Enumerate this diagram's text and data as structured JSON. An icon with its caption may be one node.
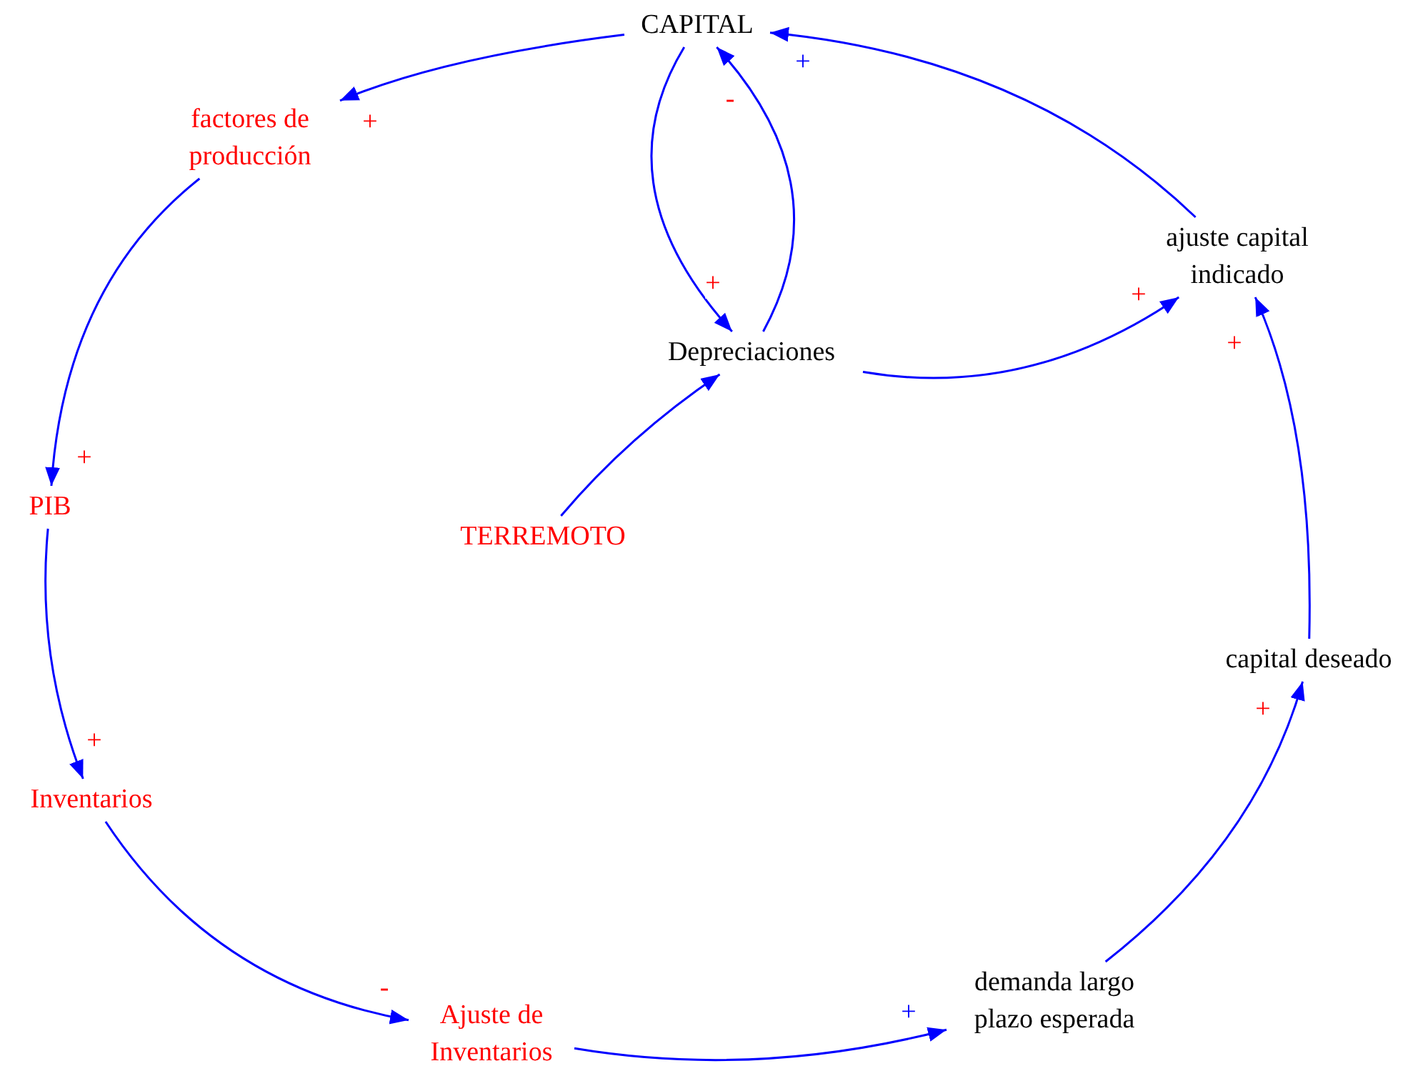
{
  "diagram": {
    "nodes": [
      {
        "text": [
          "CAPITAL"
        ]
      },
      {
        "text": [
          "factores de producción"
        ]
      },
      {
        "text": [
          "ajuste capital indicado"
        ]
      },
      {
        "text": [
          "Depreciaciones"
        ]
      },
      {
        "text": [
          "PIB"
        ]
      },
      {
        "text": [
          "TERREMOTO"
        ]
      },
      {
        "text": [
          "capital deseado"
        ]
      },
      {
        "text": [
          "Inventarios"
        ]
      },
      {
        "text": [
          "demanda largo plazo esperada"
        ]
      },
      {
        "text": [
          "Ajuste de Inventarios"
        ]
      }
    ],
    "edges": [
      {
        "from": 0,
        "to": 1,
        "arrow": "to",
        "label": "+"
      },
      {
        "from": 1,
        "to": 4,
        "arrow": "to",
        "label": "+"
      },
      {
        "from": 4,
        "to": 7,
        "arrow": "to",
        "label": "+"
      },
      {
        "from": 7,
        "to": 9,
        "arrow": "to",
        "label": "-"
      },
      {
        "from": 9,
        "to": 8,
        "arrow": "to",
        "label": "+"
      },
      {
        "from": 8,
        "to": 6,
        "arrow": "to",
        "label": "+"
      },
      {
        "from": 6,
        "to": 2,
        "arrow": "to",
        "label": "+"
      },
      {
        "from": 2,
        "to": 0,
        "arrow": "to",
        "label": "+"
      },
      {
        "from": 0,
        "to": 3,
        "arrow": "to",
        "label": "+"
      },
      {
        "from": 3,
        "to": 0,
        "arrow": "to",
        "label": "-"
      },
      {
        "from": 3,
        "to": 2,
        "arrow": "to",
        "label": "+"
      },
      {
        "from": 5,
        "to": 3,
        "arrow": "to"
      }
    ]
  }
}
